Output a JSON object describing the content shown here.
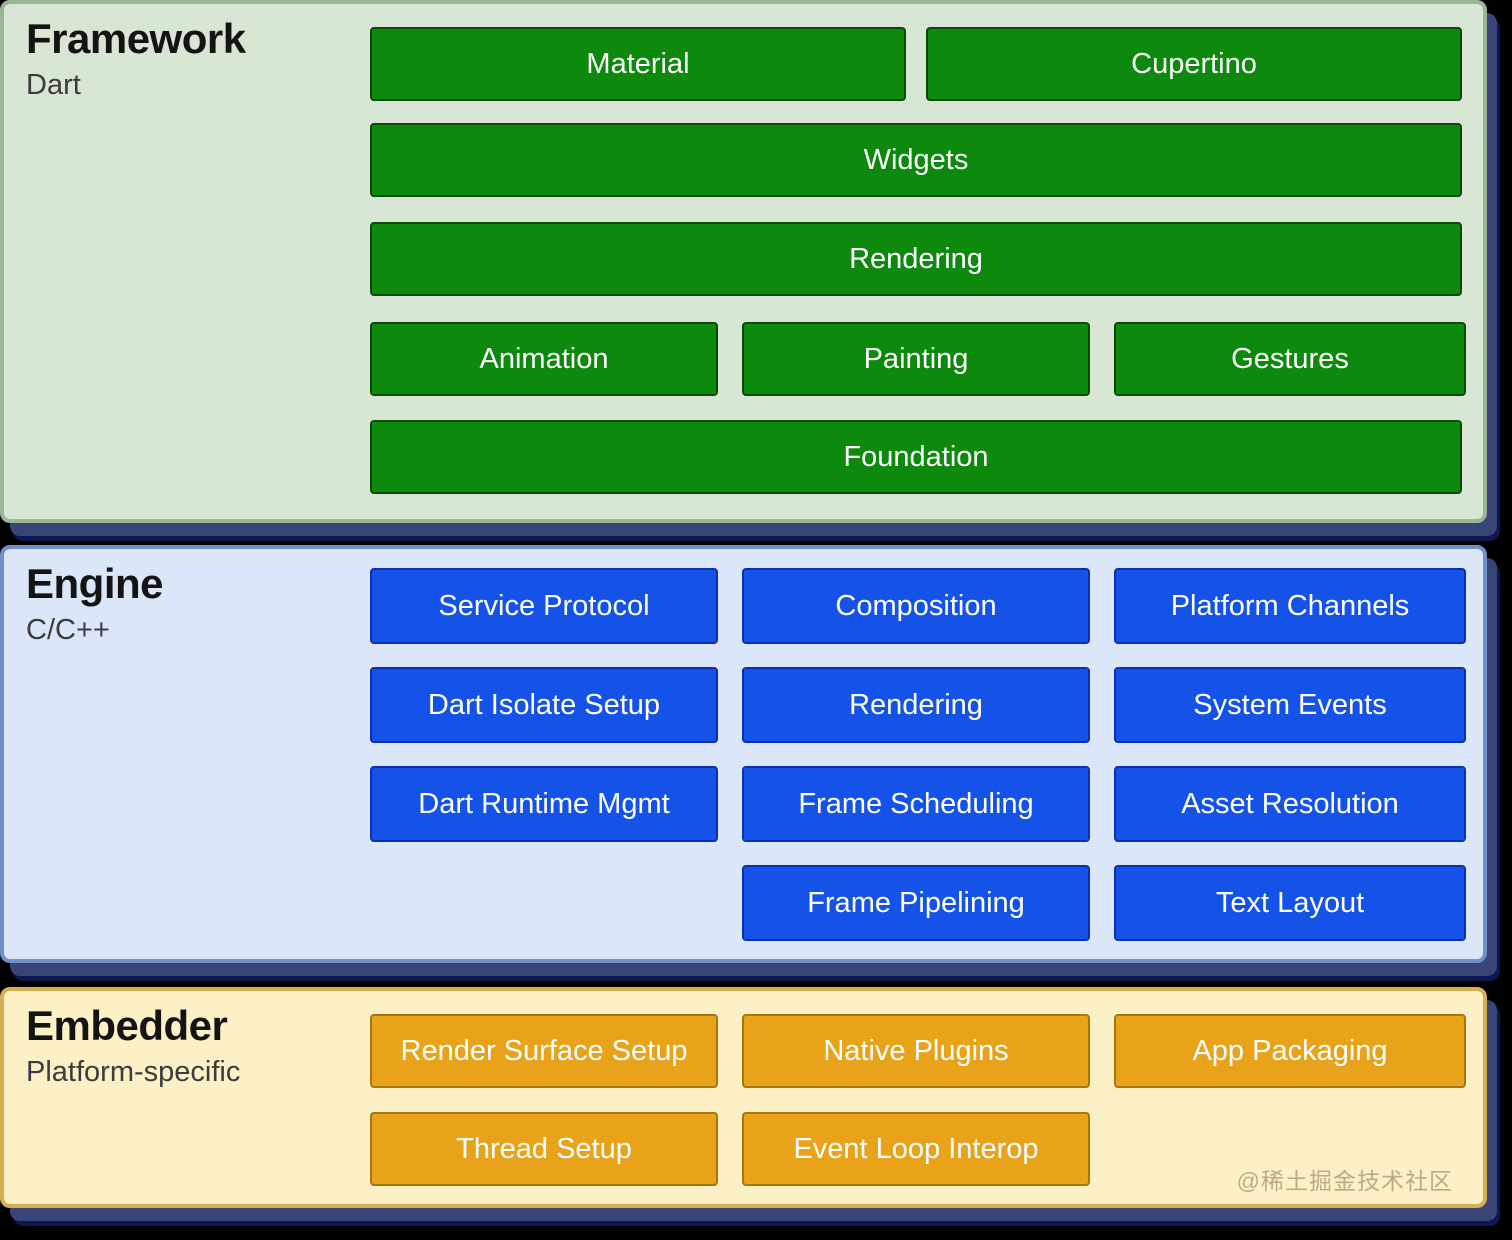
{
  "watermark": "@稀土掘金技术社区",
  "colors": {
    "page_bg": "#000000",
    "card_shadow": "#3a4577",
    "card_shadow_dark": "#0e1850",
    "framework_bg": "#d8e6d4",
    "framework_border": "#9cb595",
    "framework_button_bg": "#0d8a0d",
    "framework_button_border": "#0a4a0a",
    "engine_bg": "#dce6f9",
    "engine_border": "#7090c8",
    "engine_button_bg": "#1553e8",
    "engine_button_border": "#0b2fb0",
    "embedder_bg": "#fcf0c6",
    "embedder_border": "#d5af52",
    "embedder_button_bg": "#e9a31a",
    "embedder_button_border": "#a5770f",
    "button_text": "#ffffff"
  },
  "framework": {
    "title": "Framework",
    "subtitle": "Dart",
    "buttons": {
      "material": "Material",
      "cupertino": "Cupertino",
      "widgets": "Widgets",
      "rendering": "Rendering",
      "animation": "Animation",
      "painting": "Painting",
      "gestures": "Gestures",
      "foundation": "Foundation"
    }
  },
  "engine": {
    "title": "Engine",
    "subtitle": "C/C++",
    "buttons": {
      "service_protocol": "Service Protocol",
      "composition": "Composition",
      "platform_channels": "Platform Channels",
      "dart_isolate_setup": "Dart Isolate Setup",
      "rendering": "Rendering",
      "system_events": "System Events",
      "dart_runtime_mgmt": "Dart Runtime Mgmt",
      "frame_scheduling": "Frame Scheduling",
      "asset_resolution": "Asset Resolution",
      "frame_pipelining": "Frame Pipelining",
      "text_layout": "Text Layout"
    }
  },
  "embedder": {
    "title": "Embedder",
    "subtitle": "Platform-specific",
    "buttons": {
      "render_surface_setup": "Render Surface Setup",
      "native_plugins": "Native Plugins",
      "app_packaging": "App Packaging",
      "thread_setup": "Thread Setup",
      "event_loop_interop": "Event Loop Interop"
    }
  }
}
